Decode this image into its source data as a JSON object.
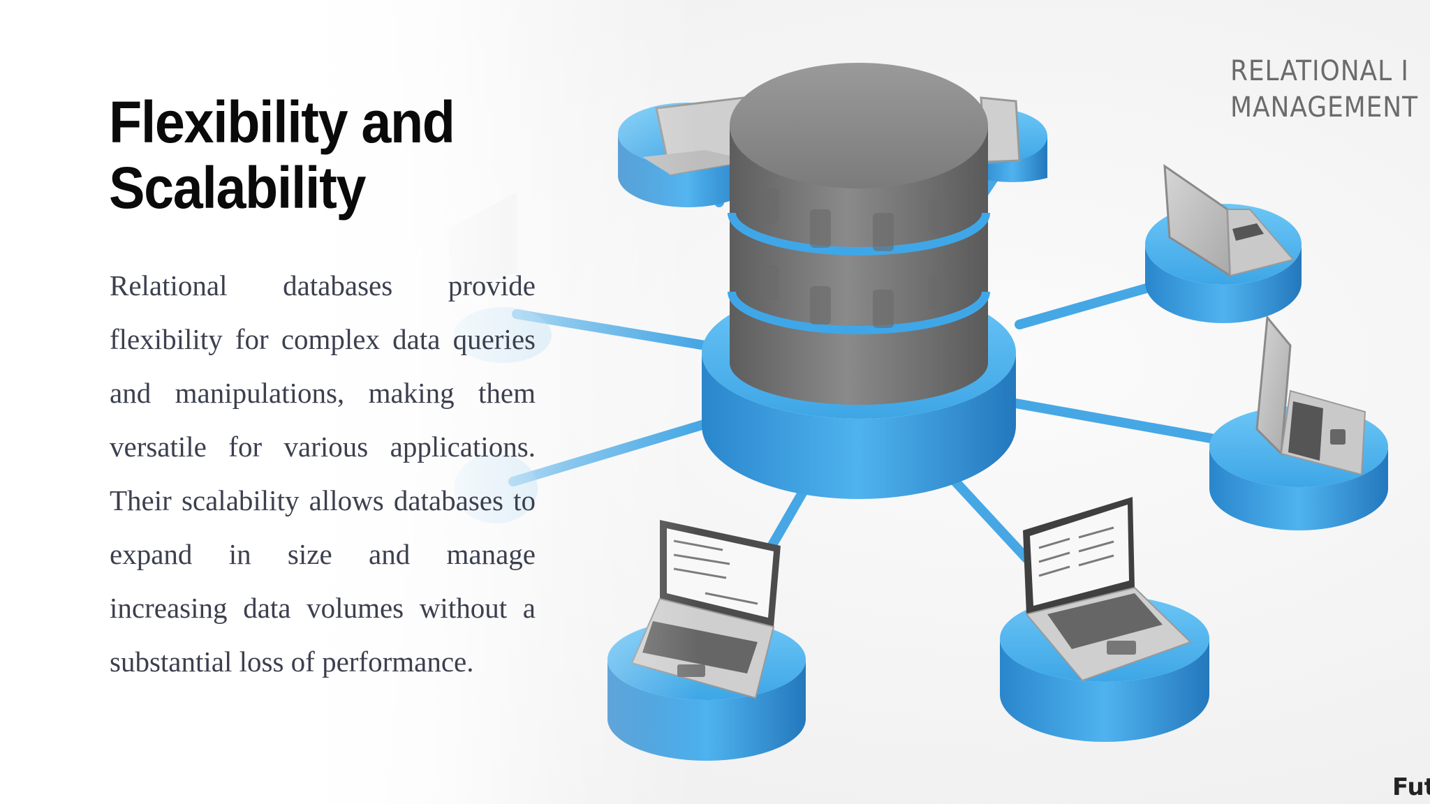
{
  "slide": {
    "title_line1": "Flexibility and",
    "title_line2": "Scalability",
    "body": "Relational databases provide flexibility for complex data queries and manipulations, making them versatile for various applications. Their scalability allows databases to expand in size and manage increasing data volumes without a substantial loss of performance."
  },
  "figure": {
    "caption_line1": "RELATIONAL I",
    "caption_line2": "MANAGEMENT",
    "corner_text": "Fut"
  },
  "colors": {
    "accent_blue": "#3aa0e0",
    "server_grey": "#7d7d7d",
    "background": "#f3f3f3",
    "title": "#0a0a0a",
    "body_text": "#3c3f4e"
  },
  "icons": [
    "database-server-icon",
    "laptop-icon"
  ]
}
